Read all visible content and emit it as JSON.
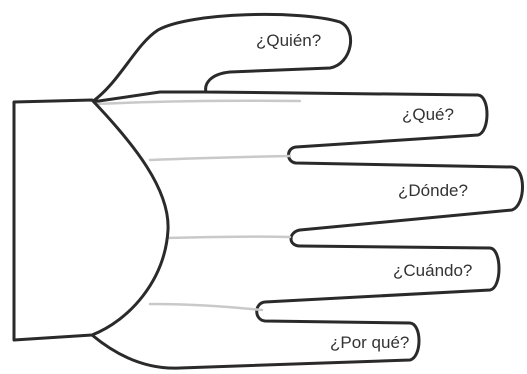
{
  "diagram": {
    "questions": [
      {
        "id": "thumb",
        "text": "¿Quién?"
      },
      {
        "id": "index",
        "text": "¿Qué?"
      },
      {
        "id": "middle",
        "text": "¿Dónde?"
      },
      {
        "id": "ring",
        "text": "¿Cuándo?"
      },
      {
        "id": "pinky",
        "text": "¿Por qué?"
      }
    ]
  }
}
